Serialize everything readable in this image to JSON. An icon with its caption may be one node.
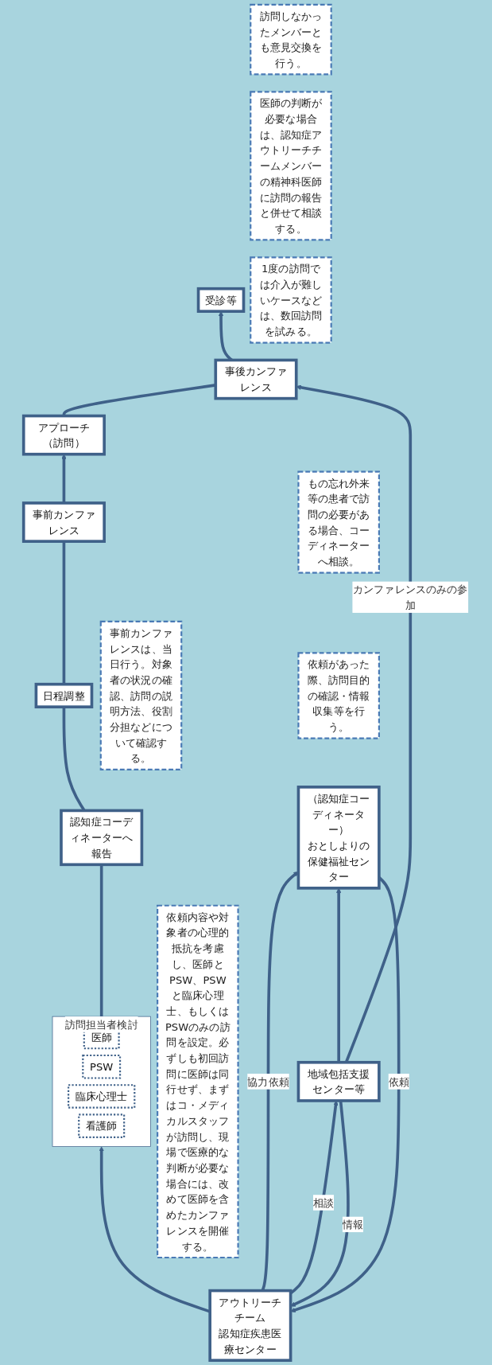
{
  "diagram": {
    "nodes": [
      {
        "text": [
          "受診等"
        ]
      },
      {
        "text": [
          "1度の訪問では介入が難しいケースなどは、数回訪問を試みる。"
        ]
      },
      {
        "text": [
          "医師の判断が必要な場合は、認知症アウトリーチチームメンバーの精神科医師に訪問の報告と併せて相談する。"
        ]
      },
      {
        "text": [
          "訪問しなかったメンバーとも意見交換を行う。"
        ]
      },
      {
        "text": [
          "事後カンファレンス"
        ]
      },
      {
        "text": [
          "アプローチ（訪問）"
        ]
      },
      {
        "text": [
          "事前カンファレンス"
        ]
      },
      {
        "text": [
          "日程調整"
        ]
      },
      {
        "text": [
          "認知症コーディネーターへ報告"
        ]
      },
      {
        "text": [
          "事前カンファレンスは、当日行う。対象者の状況の確認、訪問の説明方法、役割分担などについて確認する。"
        ]
      },
      {
        "text": [
          "訪問担当者検討"
        ]
      },
      {
        "text": [
          "医師"
        ],
        "in": 10
      },
      {
        "text": [
          "PSW"
        ],
        "in": 10
      },
      {
        "text": [
          "臨床心理士"
        ],
        "in": 10
      },
      {
        "text": [
          "看護師"
        ],
        "in": 10
      },
      {
        "text": [
          "依頼内容や対象者の心理的抵抗を考慮し、医師とPSW、PSWと臨床心理士、もしくはPSWのみの訪問を設定。必ずしも初回訪問に医師は同行せず、まずはコ・メディカルスタッフが訪問し、現場で医療的な判断が必要な場合には、改めて医師を含めたカンファレンスを開催する。"
        ]
      },
      {
        "text": [
          "アウトリーチチーム",
          "認知症疾患医療センター"
        ]
      },
      {
        "text": [
          "依頼があった際、訪問目的の確認・情報収集等を行う。"
        ]
      },
      {
        "text": [
          "もの忘れ外来等の患者で訪問の必要がある場合、コーディネーターへ相談。"
        ]
      },
      {
        "text": [
          "（認知症コーディネーター）",
          "おとしよりの保健福祉センター"
        ]
      },
      {
        "text": [
          "地域包括支援センター等"
        ]
      }
    ],
    "edges": [
      {
        "from": 19,
        "to": 16,
        "arrow": "to",
        "label": "依頼"
      },
      {
        "from": 16,
        "to": 19,
        "arrow": "to",
        "label": "協力依頼"
      },
      {
        "from": 20,
        "to": 16,
        "arrow": "to",
        "label": "情報"
      },
      {
        "from": 16,
        "to": 20,
        "arrow": "to",
        "label": "相談"
      },
      {
        "from": 20,
        "to": 19,
        "arrow": "to"
      },
      {
        "from": 16,
        "to": 10,
        "arrow": "to"
      },
      {
        "from": 10,
        "to": 8,
        "arrow": "none"
      },
      {
        "from": 8,
        "to": 7,
        "arrow": "none"
      },
      {
        "from": 7,
        "to": 6,
        "arrow": "none"
      },
      {
        "from": 6,
        "to": 5,
        "arrow": "to"
      },
      {
        "from": 5,
        "to": 4,
        "arrow": "none"
      },
      {
        "from": 4,
        "to": 0,
        "arrow": "to"
      },
      {
        "from": 20,
        "to": 4,
        "arrow": "to",
        "label": "カンファレンスのみの参加"
      }
    ]
  }
}
